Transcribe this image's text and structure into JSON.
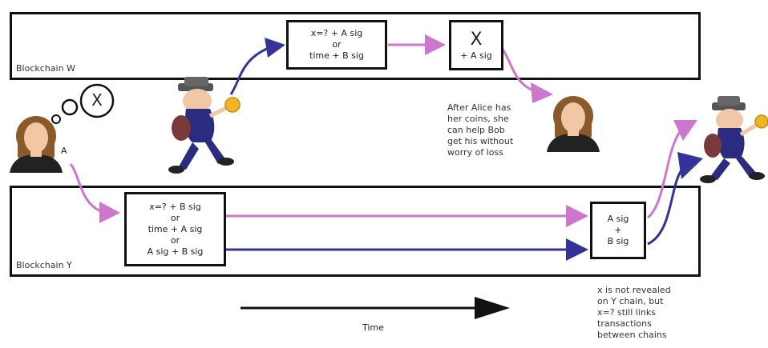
{
  "chains": {
    "w_label": "Blockchain W",
    "y_label": "Blockchain Y"
  },
  "tx_w1": {
    "lines": [
      "x=? + A sig",
      "or",
      "time + B sig"
    ]
  },
  "tx_w2": {
    "big": "X",
    "line": "+ A sig"
  },
  "tx_y1": {
    "lines": [
      "x=? + B sig",
      "or",
      "time + A sig",
      "or",
      "A sig + B sig"
    ]
  },
  "tx_y2": {
    "lines": [
      "A sig",
      "+",
      "B sig"
    ]
  },
  "thought": {
    "symbol": "X"
  },
  "alice": {
    "label": "A"
  },
  "notes": {
    "alice_note": [
      "After Alice has",
      "her coins, she",
      "can help Bob",
      "get his without",
      "worry of loss"
    ],
    "bottom_note": [
      "x is not revealed",
      "on Y chain, but",
      "x=? still links",
      "transactions",
      "between chains"
    ]
  },
  "time": {
    "label": "Time"
  },
  "colors": {
    "pink": "#cc77cc",
    "blue": "#33339a",
    "alice_hair": "#8a5a2b",
    "coin": "#f0b429"
  }
}
